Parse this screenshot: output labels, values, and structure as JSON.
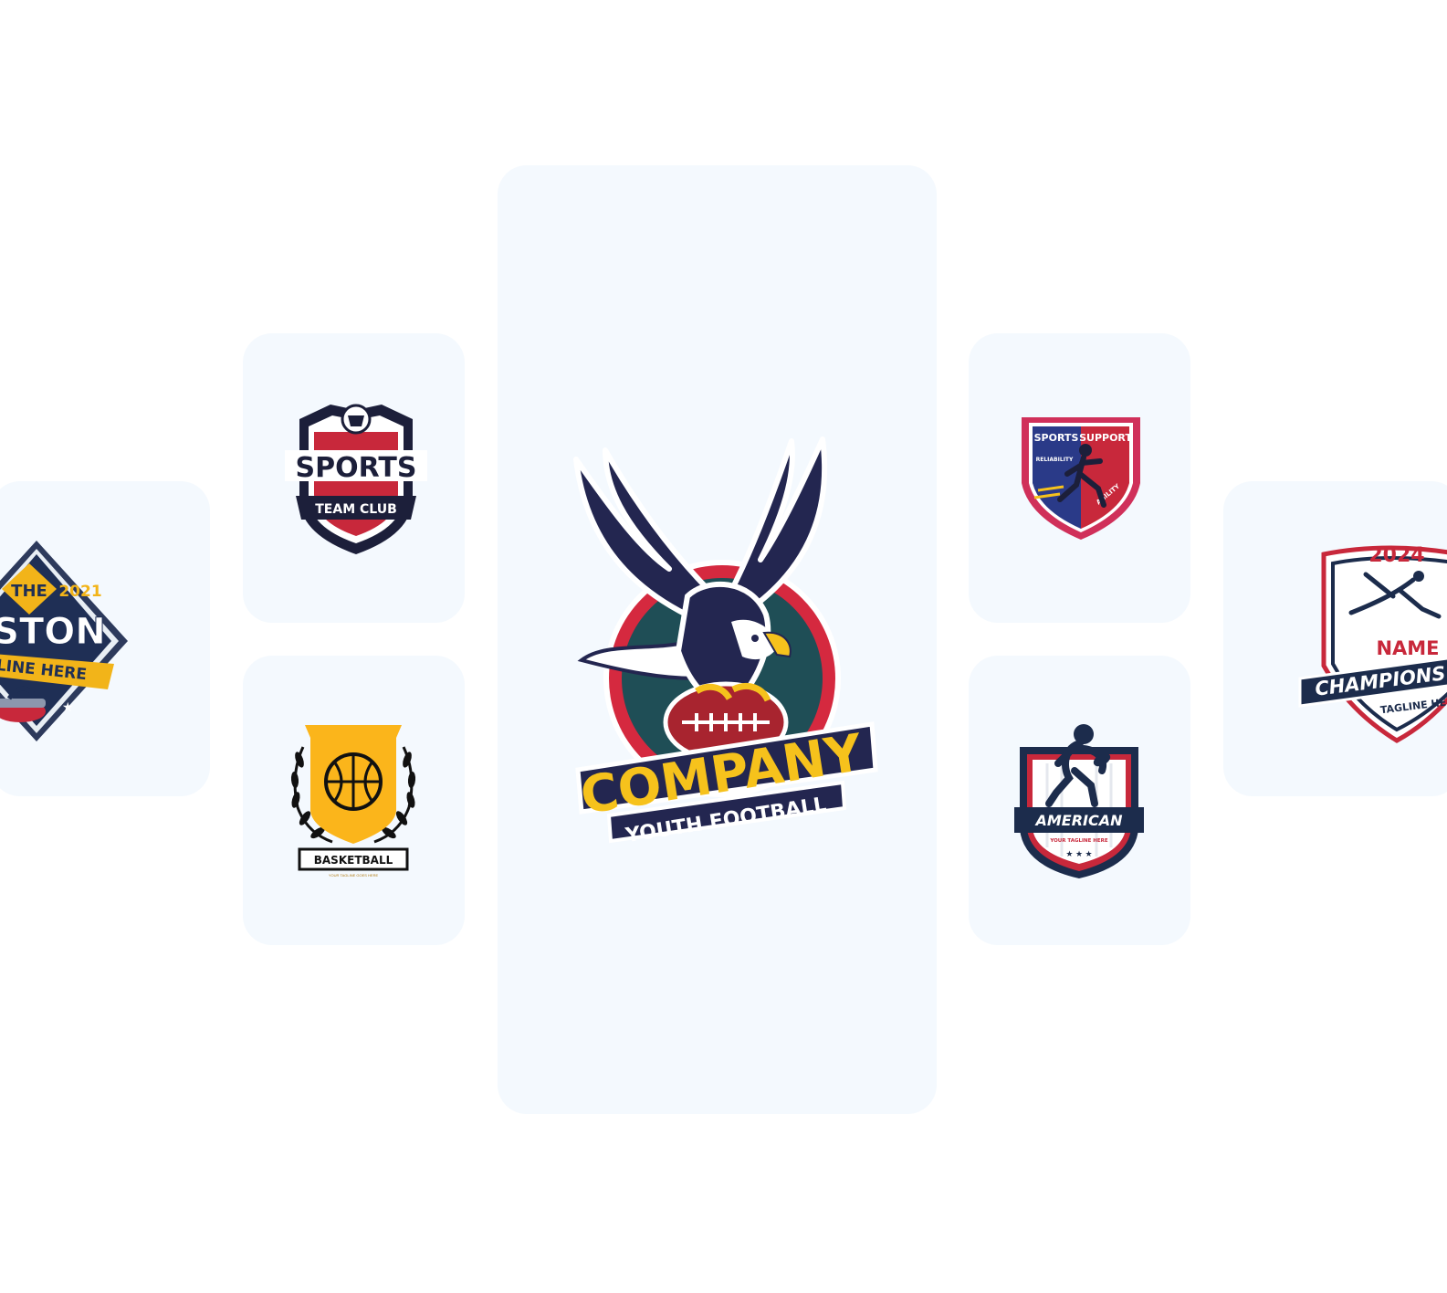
{
  "gallery": {
    "curling": {
      "the": "THE",
      "year": "2021",
      "name": "STON",
      "tagline": "LINE HERE"
    },
    "sports_team": {
      "title": "SPORTS",
      "subtitle": "TEAM CLUB"
    },
    "basketball": {
      "label": "BASKETBALL",
      "tagline": "YOUR TAGLINE GOES HERE"
    },
    "featured": {
      "company": "COMPANY",
      "subtitle": "YOUTH FOOTBALL"
    },
    "sports_support": {
      "left": "SPORTS",
      "right": "SUPPORT",
      "left_small": "RELIABILITY",
      "right_small": "AGILITY"
    },
    "american": {
      "title": "AMERICAN",
      "tagline": "YOUR TAGLINE HERE"
    },
    "gymnastics": {
      "year": "2024",
      "name": "NAME",
      "championship": "CHAMPIONS",
      "tagline": "TAGLINE HE"
    }
  },
  "colors": {
    "card_bg": "#f4f9fe",
    "navy": "#1c1f4a",
    "red": "#c8283b",
    "yellow": "#f6c21c",
    "gold": "#fbb51b"
  }
}
